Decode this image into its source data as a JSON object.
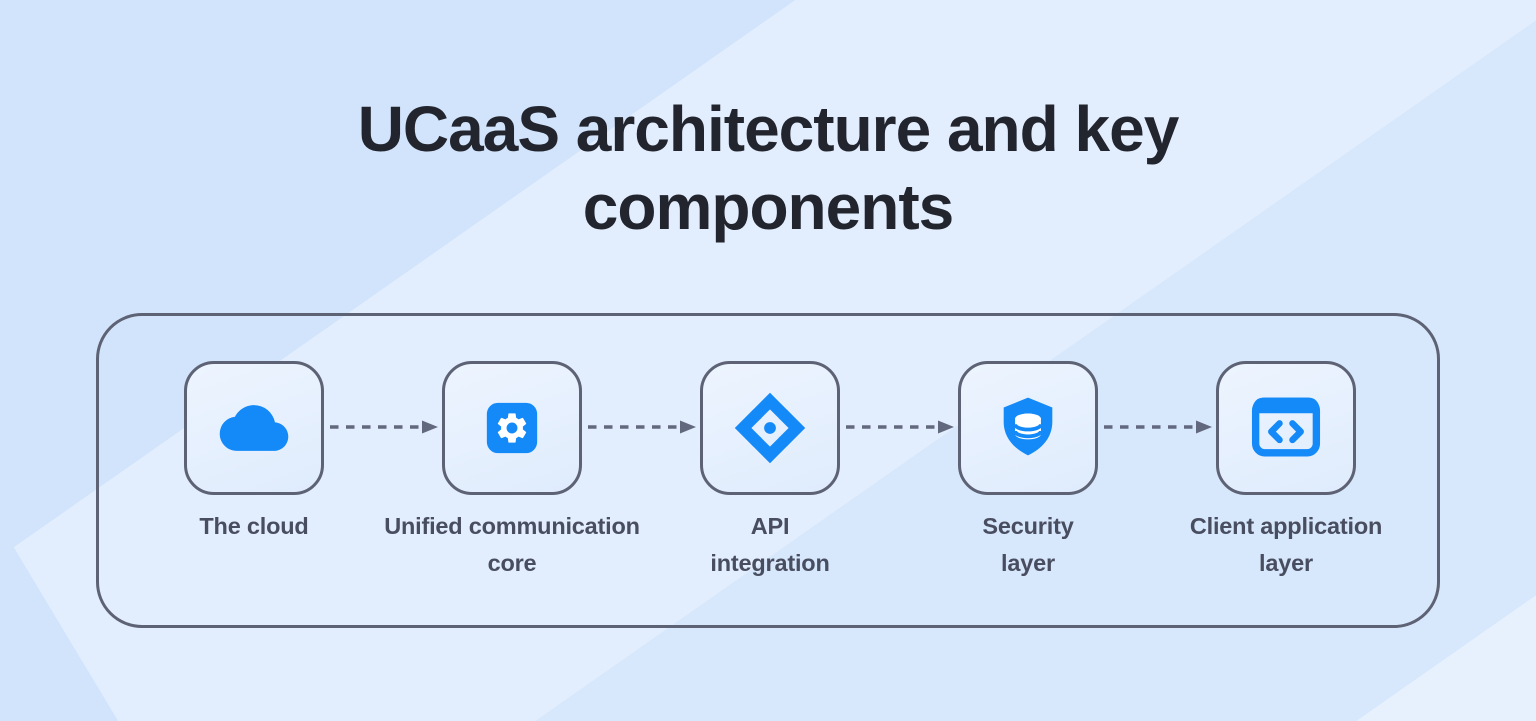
{
  "title": {
    "text": "UCaaS architecture and key components",
    "lines": [
      "UCaaS architecture and key",
      "components"
    ]
  },
  "flow": {
    "nodes": [
      {
        "id": "the-cloud",
        "icon": "cloud-icon",
        "lines": [
          "The cloud"
        ]
      },
      {
        "id": "unified-communication-core",
        "icon": "gear-icon",
        "lines": [
          "Unified communication",
          "core"
        ]
      },
      {
        "id": "api-integration",
        "icon": "api-integration-icon",
        "lines": [
          "API",
          "integration"
        ]
      },
      {
        "id": "security-layer",
        "icon": "shield-database-icon",
        "lines": [
          "Security",
          "layer"
        ]
      },
      {
        "id": "client-application-layer",
        "icon": "code-window-icon",
        "lines": [
          "Client application",
          "layer"
        ]
      }
    ],
    "connector_style": "dashed-arrow-right",
    "connector_count": 4
  },
  "colors": {
    "icon_blue": "#1489f8",
    "panel_border": "#5d6274",
    "node_fill": "#e9f2fd",
    "label_text": "#494d60",
    "title_text": "#23252e",
    "background_light": "#e2eefe",
    "background_dark": "#d2e4fb",
    "arrow": "#62687e"
  }
}
